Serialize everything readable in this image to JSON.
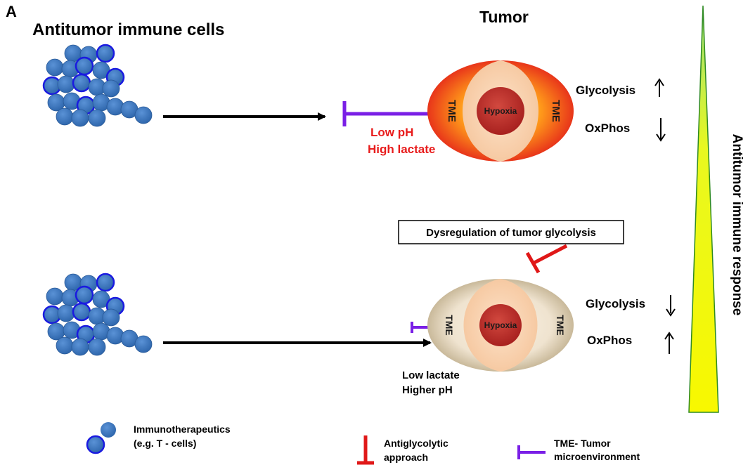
{
  "panel_label": "A",
  "headings": {
    "cells": "Antitumor immune cells",
    "tumor": "Tumor"
  },
  "top_tumor": {
    "tme_left": "TME",
    "tme_right": "TME",
    "core": "Hypoxia",
    "env_line1": "Low pH",
    "env_line2": "High lactate",
    "glycolysis": "Glycolysis",
    "glycolysis_trend": "up",
    "oxphos": "OxPhos",
    "oxphos_trend": "down"
  },
  "intervention_box": "Dysregulation of tumor glycolysis",
  "bottom_tumor": {
    "tme_left": "TME",
    "tme_right": "TME",
    "core": "Hypoxia",
    "env_line1": "Low lactate",
    "env_line2": "Higher pH",
    "glycolysis": "Glycolysis",
    "glycolysis_trend": "down",
    "oxphos": "OxPhos",
    "oxphos_trend": "up"
  },
  "response_axis": "Antitumor immune response",
  "legend": {
    "cells_line1": "Immunotherapeutics",
    "cells_line2": "(e.g. T - cells)",
    "antiglycolytic_line1": "Antiglycolytic",
    "antiglycolytic_line2": "approach",
    "tme_line1": "TME- Tumor",
    "tme_line2": "microenvironment"
  },
  "colors": {
    "cell_fill": "#3d78c0",
    "cell_ring": "#1a1ae0",
    "tme_inhibit": "#7a1fe6",
    "antiglycolytic": "#e01818",
    "env_text_top": "#e81c1c",
    "core": "#b82a2a",
    "triangle_yellow": "#f4f400",
    "triangle_green": "#3aa12a"
  }
}
